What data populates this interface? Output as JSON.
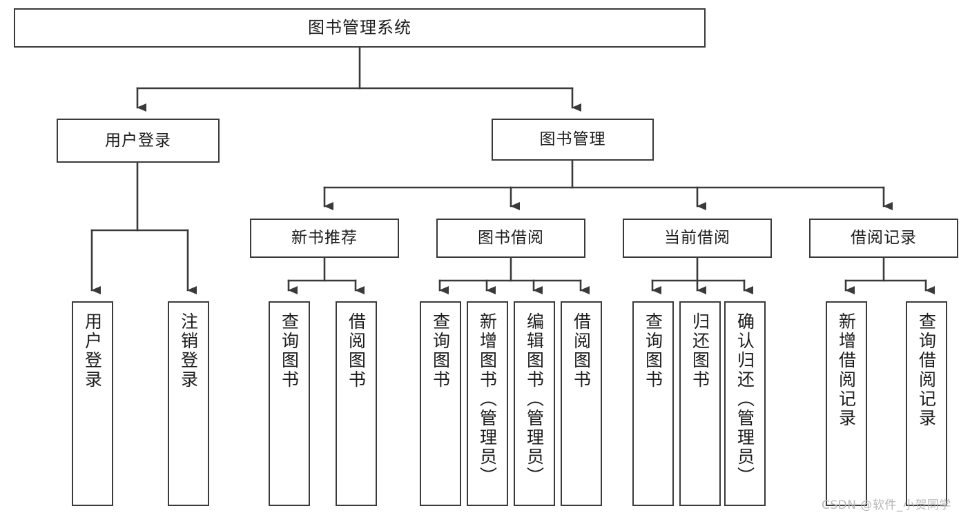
{
  "diagram": {
    "title": "图书管理系统",
    "type": "tree",
    "root": {
      "label": "图书管理系统"
    },
    "level2": [
      {
        "label": "用户登录"
      },
      {
        "label": "图书管理"
      }
    ],
    "level3": [
      {
        "label": "新书推荐"
      },
      {
        "label": "图书借阅"
      },
      {
        "label": "当前借阅"
      },
      {
        "label": "借阅记录"
      }
    ],
    "leaves": {
      "user_login": [
        {
          "label": "用户登录"
        },
        {
          "label": "注销登录"
        }
      ],
      "new_book_recommend": [
        {
          "label": "查询图书"
        },
        {
          "label": "借阅图书"
        }
      ],
      "book_borrow": [
        {
          "label": "查询图书"
        },
        {
          "label": "新增图书（管理员）"
        },
        {
          "label": "编辑图书（管理员）"
        },
        {
          "label": "借阅图书"
        }
      ],
      "current_borrow": [
        {
          "label": "查询图书"
        },
        {
          "label": "归还图书"
        },
        {
          "label": "确认归还（管理员）"
        }
      ],
      "borrow_record": [
        {
          "label": "新增借阅记录"
        },
        {
          "label": "查询借阅记录"
        }
      ]
    }
  },
  "watermark": {
    "text": "CSDN @软件_小贺同学"
  },
  "colors": {
    "stroke": "#3a3a3a",
    "background": "#ffffff",
    "text": "#1d1d1d",
    "watermark": "#b7b7b7"
  }
}
